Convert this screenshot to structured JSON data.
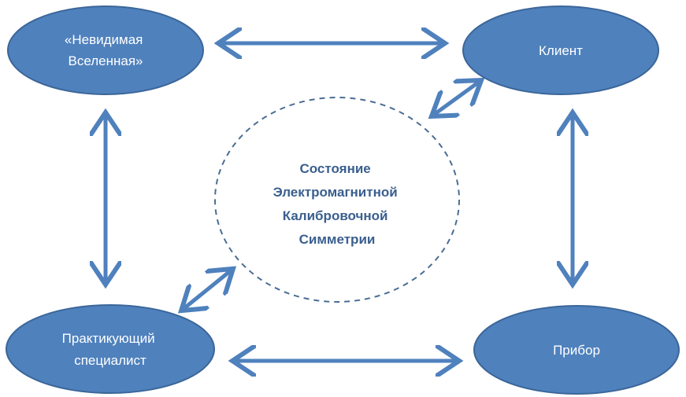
{
  "colors": {
    "node_fill": "#4f81bd",
    "node_text": "#ffffff",
    "center_text": "#3a5f8e",
    "center_border": "#4a6d94",
    "arrow": "#4f81bd"
  },
  "nodes": {
    "top_left": {
      "line1": "«Невидимая",
      "line2": "Вселенная»"
    },
    "top_right": {
      "line1": "Клиент"
    },
    "bottom_left": {
      "line1": "Практикующий",
      "line2": "специалист"
    },
    "bottom_right": {
      "line1": "Прибор"
    }
  },
  "center": {
    "line1": "Состояние",
    "line2": "Электромагнитной",
    "line3": "Калибровочной",
    "line4": "Симметрии"
  },
  "connections": [
    {
      "from": "top_left",
      "to": "top_right",
      "bidirectional": true
    },
    {
      "from": "top_left",
      "to": "bottom_left",
      "bidirectional": true
    },
    {
      "from": "top_right",
      "to": "bottom_right",
      "bidirectional": true
    },
    {
      "from": "bottom_left",
      "to": "bottom_right",
      "bidirectional": true
    },
    {
      "from": "center",
      "to": "top_right",
      "bidirectional": true
    },
    {
      "from": "center",
      "to": "bottom_left",
      "bidirectional": true
    }
  ]
}
